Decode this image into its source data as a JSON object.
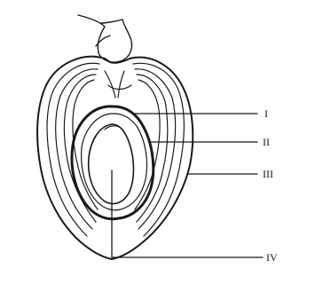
{
  "diagram": {
    "style": "black line drawing on white, longitudinal section of an ovule-like structure",
    "line_color": "#1a1a1a",
    "background": "#ffffff",
    "labels": [
      {
        "id": "I",
        "text": "I"
      },
      {
        "id": "II",
        "text": "II"
      },
      {
        "id": "III",
        "text": "III"
      },
      {
        "id": "IV",
        "text": "IV"
      }
    ]
  }
}
